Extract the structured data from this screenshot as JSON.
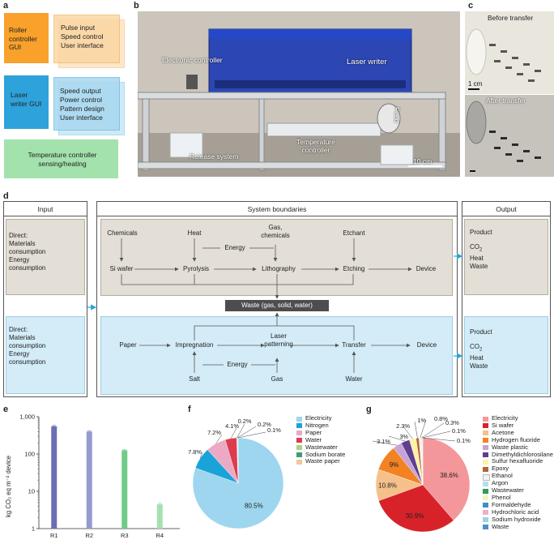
{
  "panels": {
    "a": "a",
    "b": "b",
    "c": "c",
    "d": "d",
    "e": "e",
    "f": "f",
    "g": "g"
  },
  "panel_a": {
    "roller": {
      "title": "Roller controller GUI",
      "items": [
        "Pulse input",
        "Speed control",
        "User interface"
      ]
    },
    "laser": {
      "title": "Laser writer GUI",
      "items": [
        "Speed output",
        "Power control",
        "Pattern design",
        "User interface"
      ]
    },
    "temperature": {
      "title": "Temperature controller sensing/heating"
    },
    "colors": {
      "roller": "#f9a12b",
      "roller_light": "#fbd5a0",
      "laser": "#2ea2db",
      "laser_light": "#a8d8f0",
      "temperature": "#a3e2ad"
    }
  },
  "panel_b": {
    "labels": [
      "Electronic controller",
      "Laser writer",
      "Feed",
      "Temperature controller",
      "Release system"
    ],
    "scale": "10 cm"
  },
  "panel_c": {
    "before": "Before transfer",
    "after": "After transfer",
    "scale": "1 cm"
  },
  "panel_d": {
    "headers": {
      "input": "Input",
      "system": "System boundaries",
      "output": "Output"
    },
    "input_text": [
      "Direct:",
      "Materials",
      "consumption",
      "Energy",
      "consumption"
    ],
    "top": {
      "nodes": {
        "chemicals": "Chemicals",
        "heat": "Heat",
        "gas": "Gas,",
        "gas2": "chemicals",
        "etchant": "Etchant",
        "energy": "Energy",
        "si_wafer": "Si wafer",
        "pyrolysis": "Pyrolysis",
        "lithography": "Lithography",
        "etching": "Etching",
        "device": "Device"
      }
    },
    "waste": "Waste (gas, solid, water)",
    "bottom": {
      "nodes": {
        "paper": "Paper",
        "impregnation": "Impregnation",
        "laser": "Laser",
        "laser2": "patterning",
        "transfer": "Transfer",
        "device": "Device",
        "energy": "Energy",
        "salt": "Salt",
        "gas": "Gas",
        "water": "Water"
      }
    },
    "output": {
      "product": "Product",
      "co2": "CO",
      "co2_sub": "2",
      "heat": "Heat",
      "waste": "Waste"
    },
    "colors": {
      "top_fill": "#e3ded6",
      "bottom_fill": "#d3ecf8",
      "waste_fill": "#4d4d4d",
      "arrow": "#2aa4d8"
    }
  },
  "chart_data": [
    {
      "type": "bar",
      "panel": "e",
      "categories": [
        "R1",
        "R2",
        "R3",
        "R4"
      ],
      "values": [
        550,
        400,
        125,
        4.5
      ],
      "errors": [
        30,
        20,
        5,
        0.3
      ],
      "colors": [
        "#6a6fb3",
        "#959bcf",
        "#6fcb89",
        "#a6e0b4"
      ],
      "ylabel": "kg CO₂ eq m⁻² device",
      "yscale": "log",
      "ylim": [
        1,
        1000
      ],
      "yticks": [
        "1",
        "10",
        "100",
        "1,000"
      ]
    },
    {
      "type": "pie",
      "panel": "f",
      "labels": [
        "Electricity",
        "Nitrogen",
        "Paper",
        "Water",
        "Wastewater",
        "Sodium borate",
        "Waste paper"
      ],
      "values": [
        80.5,
        7.8,
        7.2,
        4.1,
        0.2,
        0.2,
        0.1
      ],
      "display": [
        "80.5%",
        "7.8%",
        "7.2%",
        "4.1%",
        "0.2%",
        "0.2%",
        "0.1%"
      ],
      "colors": [
        "#9dd6ee",
        "#1aa3d8",
        "#eba9c4",
        "#de3b4e",
        "#a6d48a",
        "#3d9d78",
        "#f5c59a"
      ]
    },
    {
      "type": "pie",
      "panel": "g",
      "labels": [
        "Electricity",
        "Si wafer",
        "Acetone",
        "Hydrogen fluoride",
        "Waste plastic",
        "Dimethyldichlorosilane",
        "Sulfur hexafluoride",
        "Epoxy",
        "Ethanol",
        "Argon",
        "Wastewater",
        "Phenol",
        "Formaldehyde",
        "Hydrochloric acid",
        "Sodium hydroxide",
        "Waste"
      ],
      "values": [
        38.6,
        30.9,
        10.8,
        9.0,
        3.1,
        3.0,
        2.3,
        1.0,
        0.8,
        0.3,
        0.1,
        0.1,
        0.0,
        0.0,
        0.0,
        0.0
      ],
      "display": [
        "38.6%",
        "30.9%",
        "10.8%",
        "9%",
        "3.1%",
        "3%",
        "2.3%",
        "1%",
        "0.8%",
        "0.3%",
        "0.1%",
        "0.1%"
      ],
      "colors": [
        "#f4979a",
        "#d8222a",
        "#f6c08b",
        "#f28222",
        "#c7a3d6",
        "#5e3f92",
        "#fdf2a6",
        "#b5652d",
        "#f1f1f1",
        "#b9dcef",
        "#2d9d55",
        "#f6f0c8",
        "#3e8fc9",
        "#f3adc6",
        "#9dd4e4",
        "#4e8ec9"
      ]
    }
  ]
}
